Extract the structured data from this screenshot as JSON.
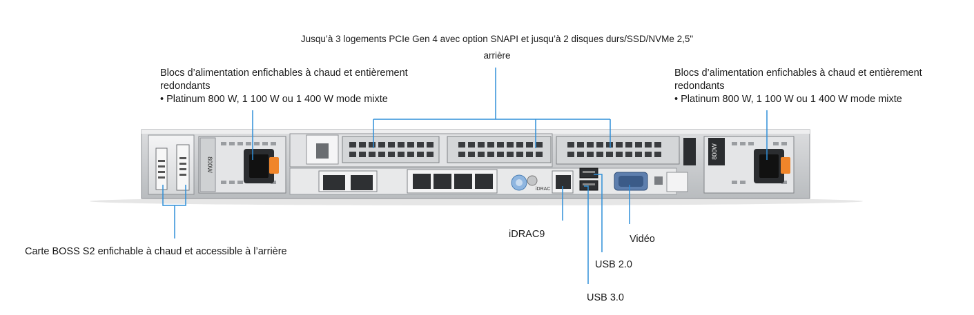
{
  "callouts": {
    "pcie": {
      "line1": "Jusqu’à 3 logements PCIe Gen 4 avec option SNAPI et jusqu’à 2 disques durs/SSD/NVMe 2,5\"",
      "line2": "arrière"
    },
    "psu_left": {
      "line1": "Blocs d’alimentation enfichables à chaud et entièrement",
      "line2": "redondants",
      "bullet": "• Platinum 800 W, 1 100 W ou 1 400 W mode mixte"
    },
    "psu_right": {
      "line1": "Blocs d’alimentation enfichables à chaud et entièrement",
      "line2": "redondants",
      "bullet": "• Platinum 800 W, 1 100 W ou 1 400 W mode mixte"
    },
    "boss": "Carte BOSS S2 enfichable à chaud et accessible à l’arrière",
    "idrac": "iDRAC9",
    "video": "Vidéo",
    "usb2": "USB 2.0",
    "usb3": "USB 3.0"
  },
  "server": {
    "psu_left_rating": "800W",
    "psu_right_rating": "800W",
    "idrac_port_label": "iDRAC"
  },
  "colors": {
    "leader_line": "#2f8fd8",
    "psu_latch": "#f0852a",
    "chassis": "#c9cbcd"
  }
}
